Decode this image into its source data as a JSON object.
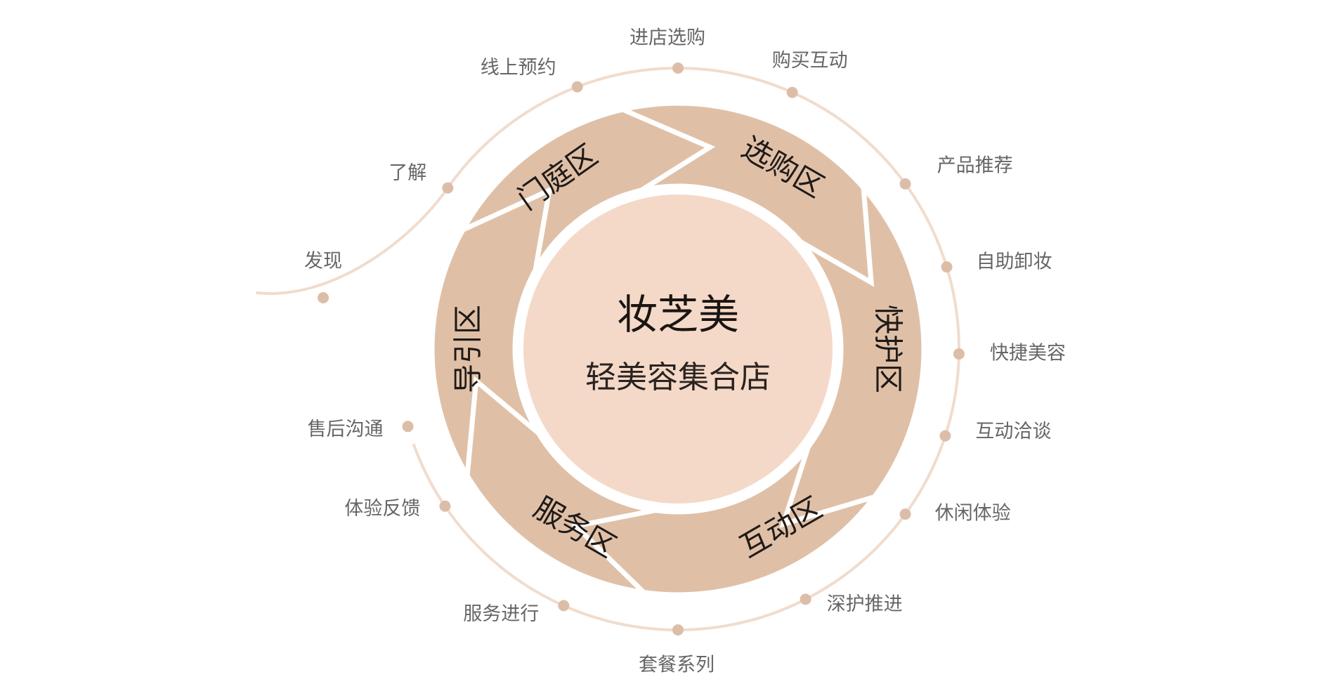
{
  "center": {
    "brand": "妆芝美",
    "subtitle": "轻美容集合店"
  },
  "zones": [
    {
      "label": "门庭区"
    },
    {
      "label": "选购区"
    },
    {
      "label": "快护区"
    },
    {
      "label": "互动区"
    },
    {
      "label": "服务区"
    },
    {
      "label": "导引区"
    }
  ],
  "journey": [
    "发现",
    "了解",
    "线上预约",
    "进店选购",
    "购买互动",
    "产品推荐",
    "自助卸妆",
    "快捷美容",
    "互动洽谈",
    "休闲体验",
    "深护推进",
    "套餐系列",
    "服务进行",
    "体验反馈",
    "售后沟通"
  ],
  "colors": {
    "ring": "#dfc0a7",
    "center": "#f4d9c8",
    "path": "#f0dccd",
    "dot": "#dcbea8",
    "separator": "#ffffff"
  }
}
